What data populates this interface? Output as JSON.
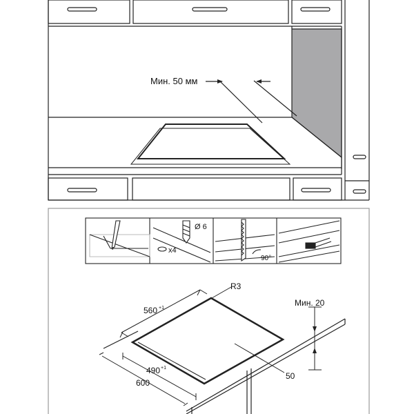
{
  "top_panel": {
    "min_clearance_label": "Мин. 50 мм"
  },
  "bottom_panel": {
    "steps": {
      "drill_diameter": "Ø 6",
      "drill_count": "x4",
      "saw_angle": "90°"
    },
    "dimensions": {
      "corner_radius": "R3",
      "cutout_width": "560",
      "cutout_width_tol": "+1",
      "cutout_depth": "490",
      "cutout_depth_tol": "+1",
      "min_edge_distance": "600",
      "min_rear_gap": "Мин. 20",
      "front_gap": "50"
    }
  },
  "colors": {
    "line": "#222222",
    "wall_shade": "#a9a9ab",
    "panel_border": "#9a9a9a",
    "background": "#ffffff"
  }
}
